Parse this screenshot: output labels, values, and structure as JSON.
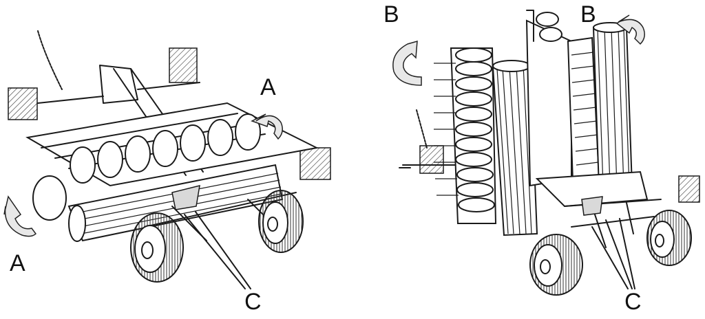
{
  "labels": {
    "a_top": "A",
    "a_bottom": "A",
    "c_left": "C",
    "b_left": "B",
    "b_right": "B",
    "c_right": "C"
  },
  "colors": {
    "line": "#1a1a1a",
    "background": "#ffffff",
    "arrow_fill": "#e8e8e8"
  }
}
